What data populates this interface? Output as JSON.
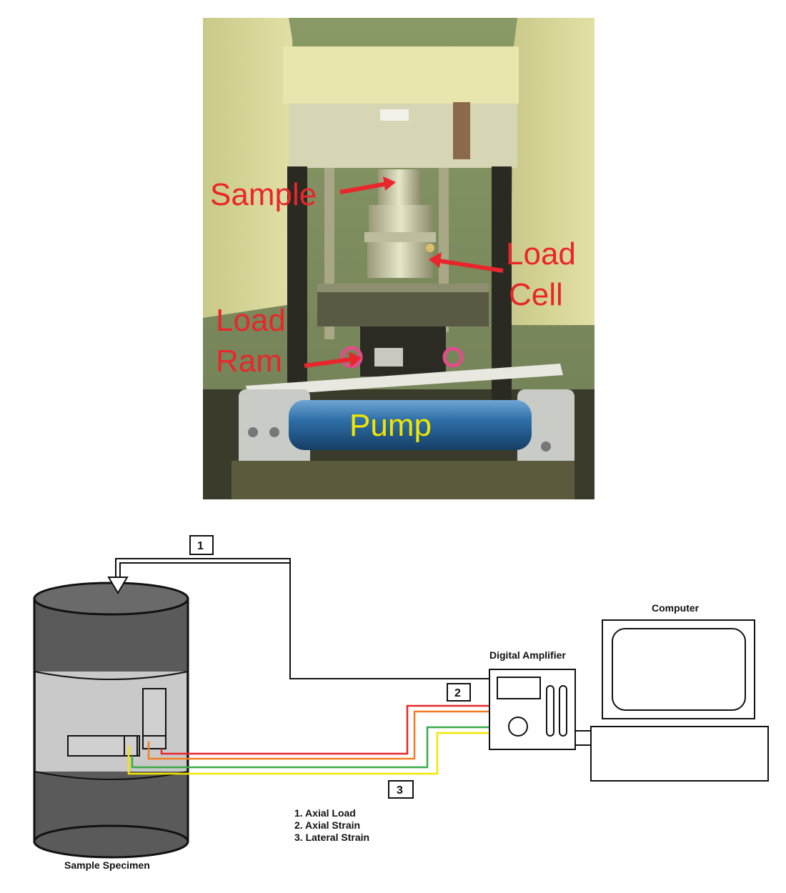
{
  "photo": {
    "labels": {
      "sample": "Sample",
      "load_cell_line1": "Load",
      "load_cell_line2": "Cell",
      "load_ram_line1": "Load",
      "load_ram_line2": "Ram",
      "pump": "Pump"
    },
    "colors": {
      "annotation": "#e8262b",
      "pump_label": "#f2e600"
    }
  },
  "schematic": {
    "labels": {
      "computer": "Computer",
      "digital_amplifier": "Digital Amplifier",
      "sample_specimen": "Sample Specimen"
    },
    "callouts": {
      "one": "1",
      "two": "2",
      "three": "3"
    },
    "legend": [
      "1. Axial Load",
      "2. Axial Strain",
      "3. Lateral Strain"
    ],
    "wire_colors": {
      "red": "#e8262b",
      "orange": "#f47c20",
      "green": "#3aaa48",
      "yellow": "#f2e600"
    }
  }
}
